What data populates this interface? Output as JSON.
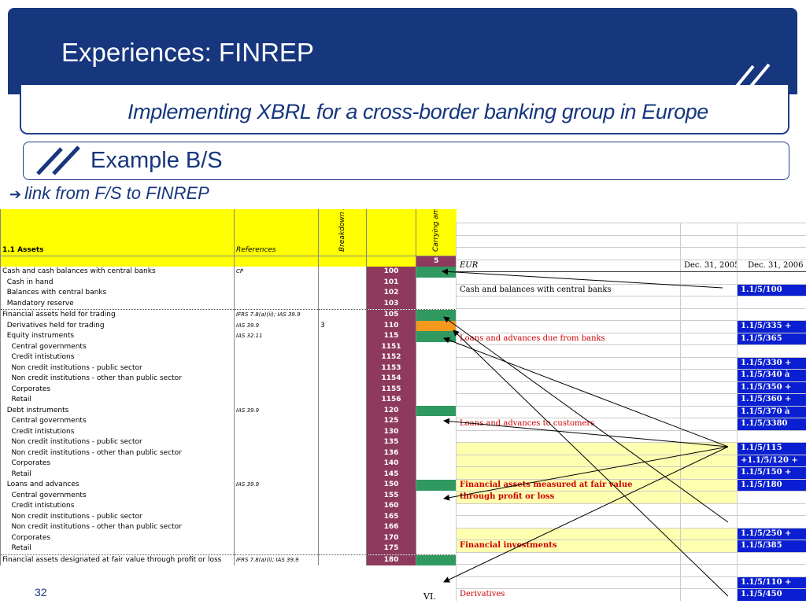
{
  "slide": {
    "title": "Experiences: FINREP",
    "subtitle": "Implementing XBRL for a cross-border banking group in Europe",
    "section": "Example B/S",
    "link_text": "link from F/S to FINREP",
    "page_number": "32",
    "accent_color": "#16367e"
  },
  "finrep": {
    "header": {
      "item": "1.1  Assets",
      "references": "References",
      "breakdown": "Breakdown in table",
      "carrying": "Carrying amount",
      "col_num": "5"
    },
    "rows": [
      {
        "label": "Cash and cash balances with central banks",
        "ref": "CP",
        "bd": "",
        "code": "100",
        "mark": "green"
      },
      {
        "label": "  Cash in hand",
        "ref": "",
        "bd": "",
        "code": "101",
        "mark": ""
      },
      {
        "label": "  Balances with central banks",
        "ref": "",
        "bd": "",
        "code": "102",
        "mark": ""
      },
      {
        "label": "  Mandatory reserve",
        "ref": "",
        "bd": "",
        "code": "103",
        "mark": ""
      },
      {
        "label": "Financial assets held for trading",
        "ref": "IFRS 7.8(a)(ii); IAS 39.9",
        "bd": "",
        "code": "105",
        "mark": "green"
      },
      {
        "label": "  Derivatives held for trading",
        "ref": "IAS 39.9",
        "bd": "3",
        "code": "110",
        "mark": "orange"
      },
      {
        "label": "  Equity instruments",
        "ref": "IAS 32.11",
        "bd": "",
        "code": "115",
        "mark": "green"
      },
      {
        "label": "    Central governments",
        "ref": "",
        "bd": "",
        "code": "1151",
        "mark": ""
      },
      {
        "label": "    Credit intistutions",
        "ref": "",
        "bd": "",
        "code": "1152",
        "mark": ""
      },
      {
        "label": "    Non credit institutions - public sector",
        "ref": "",
        "bd": "",
        "code": "1153",
        "mark": ""
      },
      {
        "label": "    Non credit institutions - other than public sector",
        "ref": "",
        "bd": "",
        "code": "1154",
        "mark": ""
      },
      {
        "label": "    Corporates",
        "ref": "",
        "bd": "",
        "code": "1155",
        "mark": ""
      },
      {
        "label": "    Retail",
        "ref": "",
        "bd": "",
        "code": "1156",
        "mark": ""
      },
      {
        "label": "  Debt instruments",
        "ref": "IAS 39.9",
        "bd": "",
        "code": "120",
        "mark": "green"
      },
      {
        "label": "    Central governments",
        "ref": "",
        "bd": "",
        "code": "125",
        "mark": ""
      },
      {
        "label": "    Credit intistutions",
        "ref": "",
        "bd": "",
        "code": "130",
        "mark": ""
      },
      {
        "label": "    Non credit institutions - public sector",
        "ref": "",
        "bd": "",
        "code": "135",
        "mark": ""
      },
      {
        "label": "    Non credit institutions - other than public sector",
        "ref": "",
        "bd": "",
        "code": "136",
        "mark": ""
      },
      {
        "label": "    Corporates",
        "ref": "",
        "bd": "",
        "code": "140",
        "mark": ""
      },
      {
        "label": "    Retail",
        "ref": "",
        "bd": "",
        "code": "145",
        "mark": ""
      },
      {
        "label": "  Loans and advances",
        "ref": "IAS 39.9",
        "bd": "",
        "code": "150",
        "mark": "green"
      },
      {
        "label": "    Central governments",
        "ref": "",
        "bd": "",
        "code": "155",
        "mark": ""
      },
      {
        "label": "    Credit intistutions",
        "ref": "",
        "bd": "",
        "code": "160",
        "mark": ""
      },
      {
        "label": "    Non credit institutions - public sector",
        "ref": "",
        "bd": "",
        "code": "165",
        "mark": ""
      },
      {
        "label": "    Non credit institutions - other than public sector",
        "ref": "",
        "bd": "",
        "code": "166",
        "mark": ""
      },
      {
        "label": "    Corporates",
        "ref": "",
        "bd": "",
        "code": "170",
        "mark": ""
      },
      {
        "label": "    Retail",
        "ref": "",
        "bd": "",
        "code": "175",
        "mark": ""
      },
      {
        "label": "Financial assets designated at fair value through profit or loss",
        "ref": "IFRS 7.8(a)(i); IAS 39.9",
        "bd": "",
        "code": "180",
        "mark": "green"
      }
    ]
  },
  "fs": {
    "currency": "EUR",
    "year1": "Dec. 31, 2005",
    "year2": "Dec. 31, 2006",
    "rows": [
      {
        "label": "",
        "ref": "",
        "style": "",
        "hl": false
      },
      {
        "label": "",
        "ref": "",
        "style": "",
        "hl": false
      },
      {
        "label": "",
        "ref": "",
        "style": "",
        "hl": false
      },
      {
        "label": "",
        "ref": "",
        "style": "",
        "hl": false
      },
      {
        "label": "Cash and balances with central banks",
        "ref": "1.1/5/100",
        "style": "",
        "hl": false
      },
      {
        "label": "",
        "ref": "",
        "style": "",
        "hl": false
      },
      {
        "label": "",
        "ref": "",
        "style": "",
        "hl": false
      },
      {
        "label": "",
        "ref": "1.1/5/335 +",
        "style": "",
        "hl": false
      },
      {
        "label": "Loans and advances due from banks",
        "ref": "1.1/5/365",
        "style": "red",
        "hl": false
      },
      {
        "label": "",
        "ref": "",
        "style": "",
        "hl": false
      },
      {
        "label": "",
        "ref": "1.1/5/330 +",
        "style": "",
        "hl": false
      },
      {
        "label": "",
        "ref": "1.1/5/340 à",
        "style": "",
        "hl": false
      },
      {
        "label": "",
        "ref": "1.1/5/350 +",
        "style": "",
        "hl": false
      },
      {
        "label": "",
        "ref": "1.1/5/360 +",
        "style": "",
        "hl": false
      },
      {
        "label": "",
        "ref": "1.1/5/370 à",
        "style": "",
        "hl": false
      },
      {
        "label": "Loans and advances to customers",
        "ref": "1.1/5/3380",
        "style": "red",
        "hl": false
      },
      {
        "label": "",
        "ref": "",
        "style": "",
        "hl": false
      },
      {
        "label": "",
        "ref": "1.1/5/115",
        "style": "",
        "hl": true
      },
      {
        "label": "",
        "ref": "+1.1/5/120 +",
        "style": "",
        "hl": true
      },
      {
        "label": "",
        "ref": "1.1/5/150 +",
        "style": "",
        "hl": true
      },
      {
        "label": "Financial assets measured at fair value",
        "ref": "1.1/5/180",
        "style": "redb",
        "hl": true
      },
      {
        "label": "through profit or loss",
        "ref": "",
        "style": "redb",
        "hl": true
      },
      {
        "label": "",
        "ref": "",
        "style": "",
        "hl": false
      },
      {
        "label": "",
        "ref": "",
        "style": "",
        "hl": false
      },
      {
        "label": "",
        "ref": "1.1/5/250 +",
        "style": "",
        "hl": true
      },
      {
        "label": "Financial investments",
        "ref": "1.1/5/385",
        "style": "redb",
        "hl": true
      },
      {
        "label": "",
        "ref": "",
        "style": "",
        "hl": false
      },
      {
        "label": "",
        "ref": "",
        "style": "",
        "hl": false
      },
      {
        "label": "",
        "ref": "1.1/5/110 +",
        "style": "",
        "hl": false
      },
      {
        "label": "Derivatives",
        "ref": "1.1/5/450",
        "style": "red",
        "hl": false
      }
    ],
    "bottom_row_num": "VI."
  }
}
